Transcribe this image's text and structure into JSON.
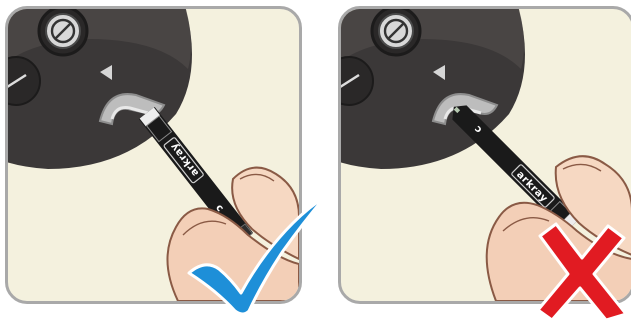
{
  "panels": [
    {
      "id": "correct",
      "strip_brand": "arkray",
      "strip_letter": "c",
      "verdict_icon": "check-mark-icon",
      "verdict_color": "#1e8fd8"
    },
    {
      "id": "incorrect",
      "strip_brand": "arkray",
      "strip_letter": "c",
      "verdict_icon": "cross-mark-icon",
      "verdict_color": "#e11b22"
    }
  ],
  "colors": {
    "device_body": "#3b3838",
    "device_highlight": "#55504f",
    "port": "#b9b9b9",
    "strip": "#1a1a1a",
    "skin": "#f3cfb7",
    "skin_outline": "#8a5a45",
    "background": "#f4f1de",
    "frame": "#a9a9a9"
  }
}
